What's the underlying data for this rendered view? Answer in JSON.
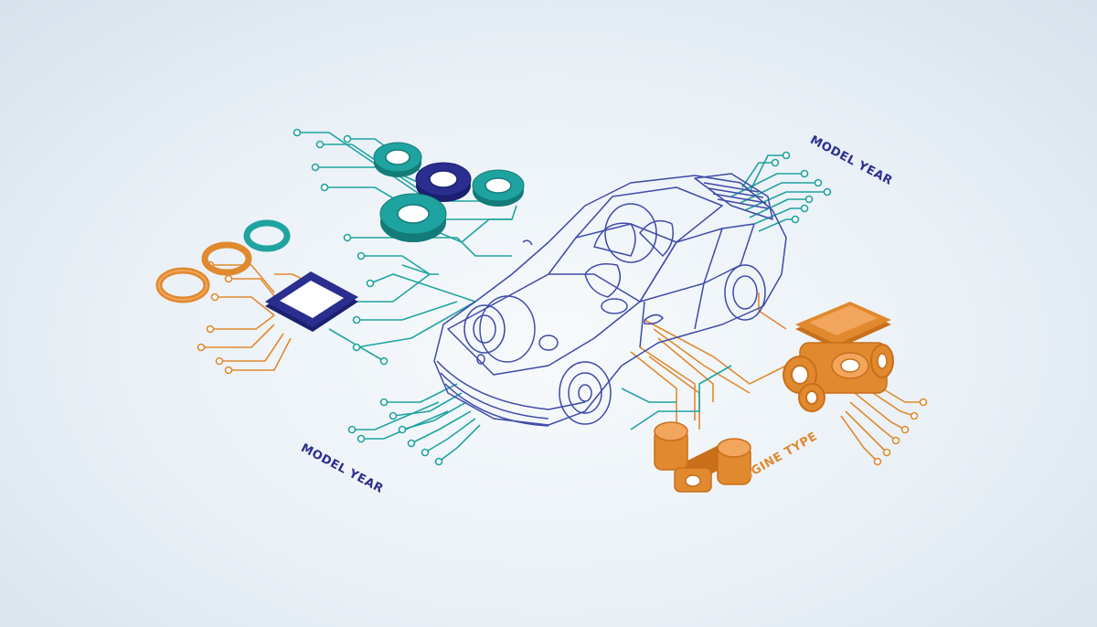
{
  "labels": {
    "model_year_top": "MODEL YEAR",
    "model_year_bottom": "MODEL YEAR",
    "engine_type": "ENGINE TYPE"
  },
  "colors": {
    "navy": "#2a2f8f",
    "teal": "#1fa3a0",
    "teal_light": "#5ec2bf",
    "orange": "#e0892e",
    "orange_light": "#f2a55c",
    "car_line": "#3e4aa8"
  },
  "icons": [
    "gear-icon",
    "chain-link-icon",
    "microchip-icon",
    "piston-icon",
    "engine-block-icon",
    "car-wireframe"
  ]
}
